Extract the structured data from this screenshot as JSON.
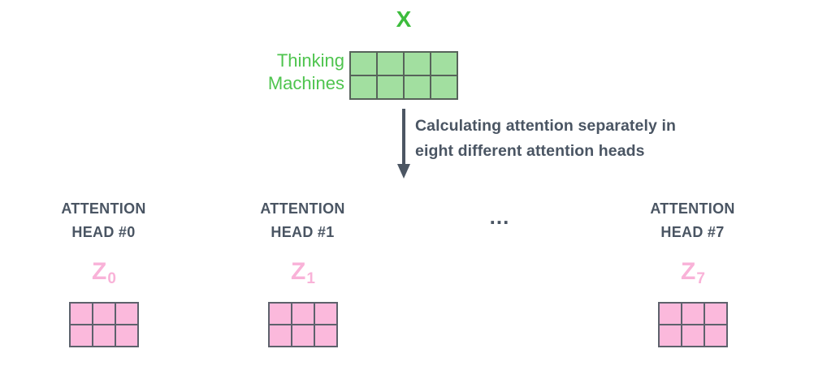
{
  "input_matrix": {
    "label": "X",
    "side_label": [
      "Thinking",
      "Machines"
    ]
  },
  "arrow_caption": [
    "Calculating attention separately in",
    "eight different attention heads"
  ],
  "heads": [
    {
      "title": [
        "ATTENTION",
        "HEAD #0"
      ],
      "z_base": "Z",
      "z_sub": "0"
    },
    {
      "title": [
        "ATTENTION",
        "HEAD #1"
      ],
      "z_base": "Z",
      "z_sub": "1"
    },
    {
      "title": [
        "ATTENTION",
        "HEAD #7"
      ],
      "z_base": "Z",
      "z_sub": "7"
    }
  ],
  "ellipsis": "...",
  "grids": {
    "input_grid": {
      "rows": 2,
      "cols": 4,
      "fill": "#a2dfa0",
      "border": "#57635a"
    },
    "z_grid": {
      "rows": 2,
      "cols": 3,
      "fill": "#fbb9dc",
      "border": "#5d616c"
    }
  },
  "colors": {
    "x_label": "#3cbc3c",
    "side_label": "#4ec44e",
    "slate_text": "#4a5563",
    "arrow": "#4c5663",
    "z_label": "#f9b2d8",
    "background": "#ffffff"
  }
}
